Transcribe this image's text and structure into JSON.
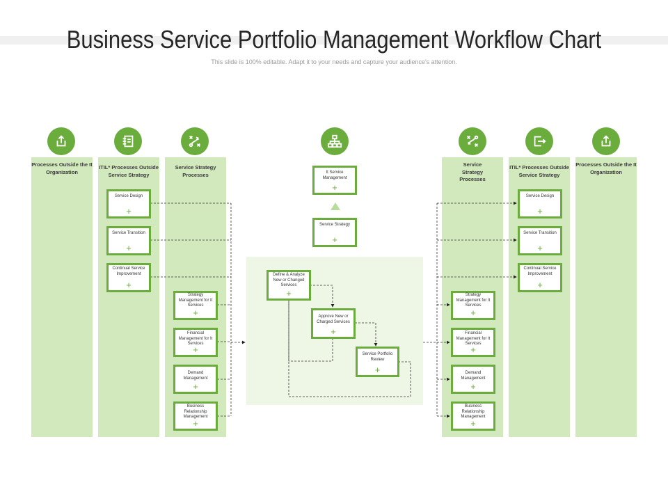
{
  "header": {
    "title": "Business Service Portfolio Management Workflow Chart",
    "subtitle": "This slide is 100% editable. Adapt it to your needs and capture your audience's attention."
  },
  "columns": {
    "left_outside": "Processes Outside the It Organization",
    "left_itil": "ITIL* Processes Outside Service Strategy",
    "left_strategy": "Service Strategy Processes",
    "right_strategy": "Service Strategy Processes",
    "right_itil": "ITIL* Processes Outside Service Strategy",
    "right_outside": "Processes Outside the It Organization"
  },
  "icons": {
    "c1": "upload-icon",
    "c2": "notebook-icon",
    "c3": "strategy-icon",
    "center": "hierarchy-icon",
    "c5": "strategy-icon",
    "c6": "exit-icon",
    "c7": "upload-icon"
  },
  "nodes": {
    "plus": "+",
    "left_design": "Service Design",
    "left_transition": "Service Transition",
    "left_improvement": "Continual Service Improvement",
    "left_strat_mgmt": "Strategy Management for It Services",
    "left_financial": "Financial Management for It Services",
    "left_demand": "Demand Management",
    "left_brm": "Business Relationship Management",
    "it_service_mgmt": "It Service Management",
    "service_strategy": "Service Strategy",
    "define": "Define & Analyze New or Changed Services",
    "approve": "Approve New or Charged Services",
    "portfolio_review": "Service Portfolio Review",
    "right_design": "Service Design",
    "right_transition": "Service Transition",
    "right_improvement": "Continual Service Improvement",
    "right_strat_mgmt": "Strategy Management for It Services",
    "right_financial": "Financial Management for It Services",
    "right_demand": "Demand Management",
    "right_brm": "Business Relationship Management"
  },
  "colors": {
    "accent": "#6aad3d",
    "column_fill": "#d2e9bd",
    "panel_fill": "#eef6e6"
  }
}
